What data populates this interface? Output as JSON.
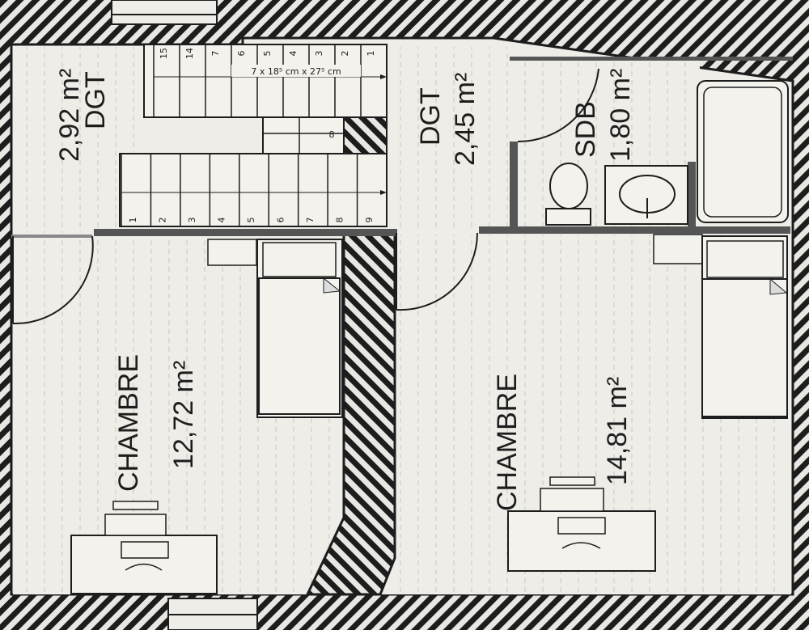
{
  "rooms": {
    "dgt_left": {
      "name": "DGT",
      "area": "2,92 m²"
    },
    "dgt_right": {
      "name": "DGT",
      "area": "2,45 m²"
    },
    "sdb": {
      "name": "SDB",
      "area": "1,80 m²"
    },
    "chambre_left": {
      "name": "CHAMBRE",
      "area": "12,72 m²"
    },
    "chambre_right": {
      "name": "CHAMBRE",
      "area": "14,81 m²"
    }
  },
  "stairs": {
    "dimension_note": "7 x 18⁵ cm x 27⁵ cm",
    "upper_steps": [
      "15",
      "14",
      "7",
      "6",
      "5",
      "4",
      "3",
      "2",
      "1"
    ],
    "lower_steps": [
      "1",
      "2",
      "3",
      "4",
      "5",
      "6",
      "7",
      "8",
      "9"
    ],
    "landing_mark": "8"
  },
  "colors": {
    "background": "#e9e7e1",
    "wall_hatch": "#1d1d1d",
    "room_fill": "#efede8"
  }
}
